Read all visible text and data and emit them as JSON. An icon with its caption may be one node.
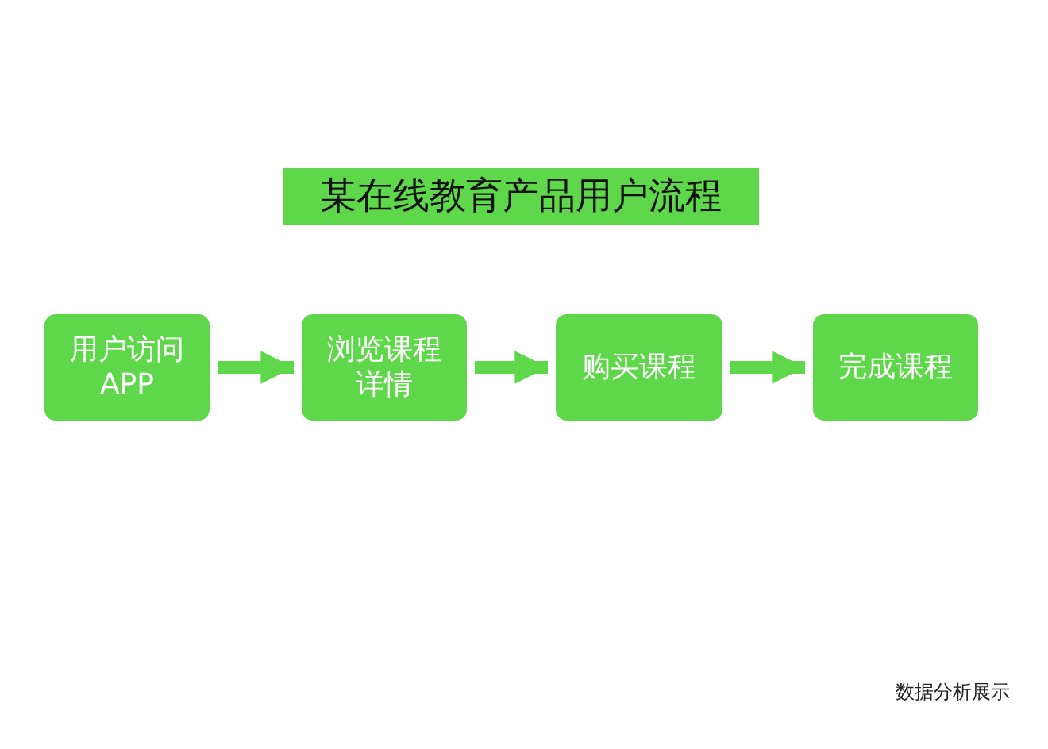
{
  "diagram": {
    "title": "某在线教育产品用户流程",
    "nodes": [
      {
        "text": [
          "用户访问 APP"
        ]
      },
      {
        "text": [
          "浏览课程详情"
        ]
      },
      {
        "text": [
          "购买课程"
        ]
      },
      {
        "text": [
          "完成课程"
        ]
      }
    ],
    "edges": [
      {
        "from": 0,
        "to": 1,
        "arrow": "to"
      },
      {
        "from": 1,
        "to": 2,
        "arrow": "to"
      },
      {
        "from": 2,
        "to": 3,
        "arrow": "to"
      }
    ],
    "labels": [
      "数据分析展示"
    ]
  }
}
